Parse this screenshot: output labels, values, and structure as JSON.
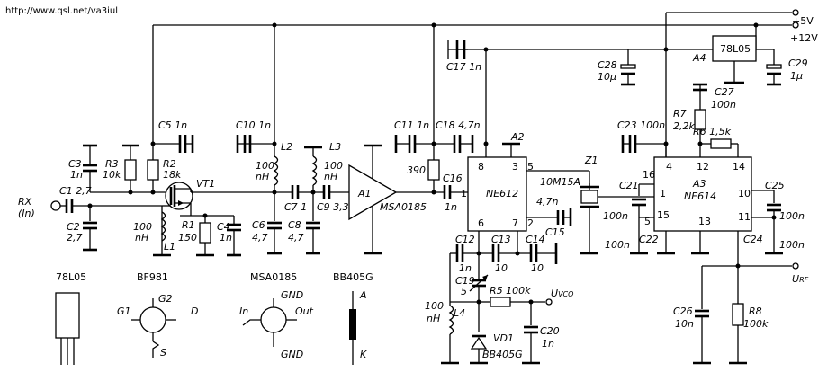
{
  "url": "http://www.qsl.net/va3iul",
  "supply": {
    "v5": "+5V",
    "v12": "+12V"
  },
  "input": {
    "rx": "RX",
    "rx_in": "(In)"
  },
  "output": {
    "urf": "U",
    "urf_sub": "RF",
    "uvco": "U",
    "uvco_sub": "VCO"
  },
  "chips": {
    "ne612": "NE612",
    "ne614": "NE614",
    "a2": "A2",
    "a3": "A3",
    "a1": "A1",
    "a4": "A4",
    "msa": "MSA0185",
    "reg": "78L05",
    "filter_ref": "Z1",
    "filter_val": "10M15A",
    "vt1": "VT1",
    "vd1": "VD1",
    "vd1_part": "BB405G"
  },
  "pins": {
    "ne612": [
      "8",
      "3",
      "5",
      "1",
      "6",
      "7",
      "2"
    ],
    "ne614": [
      "4",
      "12",
      "14",
      "16",
      "1",
      "10",
      "15",
      "13",
      "5",
      "11"
    ]
  },
  "components": {
    "c1": "C1",
    "c1v": "2,7",
    "c2": "C2",
    "c2v": "2,7",
    "c3": "C3",
    "c3v": "1n",
    "r3": "R3",
    "r3v": "10k",
    "r2": "R2",
    "r2v": "18k",
    "c5": "C5",
    "c5v": "1n",
    "l1v": "100",
    "l1u": "nH",
    "l1": "L1",
    "r1": "R1",
    "r1v": "150",
    "c4": "C4",
    "c4v": "1n",
    "c10": "C10",
    "c10v": "1n",
    "l2": "L2",
    "l2v": "100",
    "l2u": "nH",
    "l3": "L3",
    "l3v": "100",
    "l3u": "nH",
    "c6": "C6",
    "c6v": "4,7",
    "c7": "C7",
    "c7v": "1",
    "c8": "C8",
    "c8v": "4,7",
    "c9": "C9",
    "c9v": "3,3",
    "c11": "C11",
    "c11v": "1n",
    "c18": "C18",
    "c18v": "4,7n",
    "r390": "390",
    "c16": "C16",
    "c16v": "1n",
    "c17": "C17",
    "c17v": "1n",
    "c28": "C28",
    "c28v": "10µ",
    "c29": "C29",
    "c29v": "1µ",
    "c27": "C27",
    "c27v": "100n",
    "r7": "R7",
    "r7v": "2,2k",
    "r6": "R6",
    "r6v": "1,5k",
    "c23": "C23",
    "c23v": "100n",
    "c15v": "4,7n",
    "c15": "C15",
    "c21": "C21",
    "c21v": "100n",
    "c22": "C22",
    "c22v": "100n",
    "c25": "C25",
    "c25v": "100n",
    "c24": "C24",
    "c24v": "100n",
    "c12": "C12",
    "c12v": "1n",
    "c13": "C13",
    "c13v": "10",
    "c14": "C14",
    "c14v": "10",
    "c19": "C19",
    "c19v": "5",
    "r5": "R5",
    "r5v": "100k",
    "l4v": "100",
    "l4u": "nH",
    "l4": "L4",
    "c20": "C20",
    "c20v": "1n",
    "c26": "C26",
    "c26v": "10n",
    "r8": "R8",
    "r8v": "100k"
  },
  "legend": {
    "p1_title": "78L05",
    "p2_title": "BF981",
    "p2_g1": "G1",
    "p2_g2": "G2",
    "p2_d": "D",
    "p2_s": "S",
    "p3_title": "MSA0185",
    "p3_gnd1": "GND",
    "p3_gnd2": "GND",
    "p3_in": "In",
    "p3_out": "Out",
    "p4_title": "BB405G",
    "p4_a": "A",
    "p4_k": "K"
  }
}
